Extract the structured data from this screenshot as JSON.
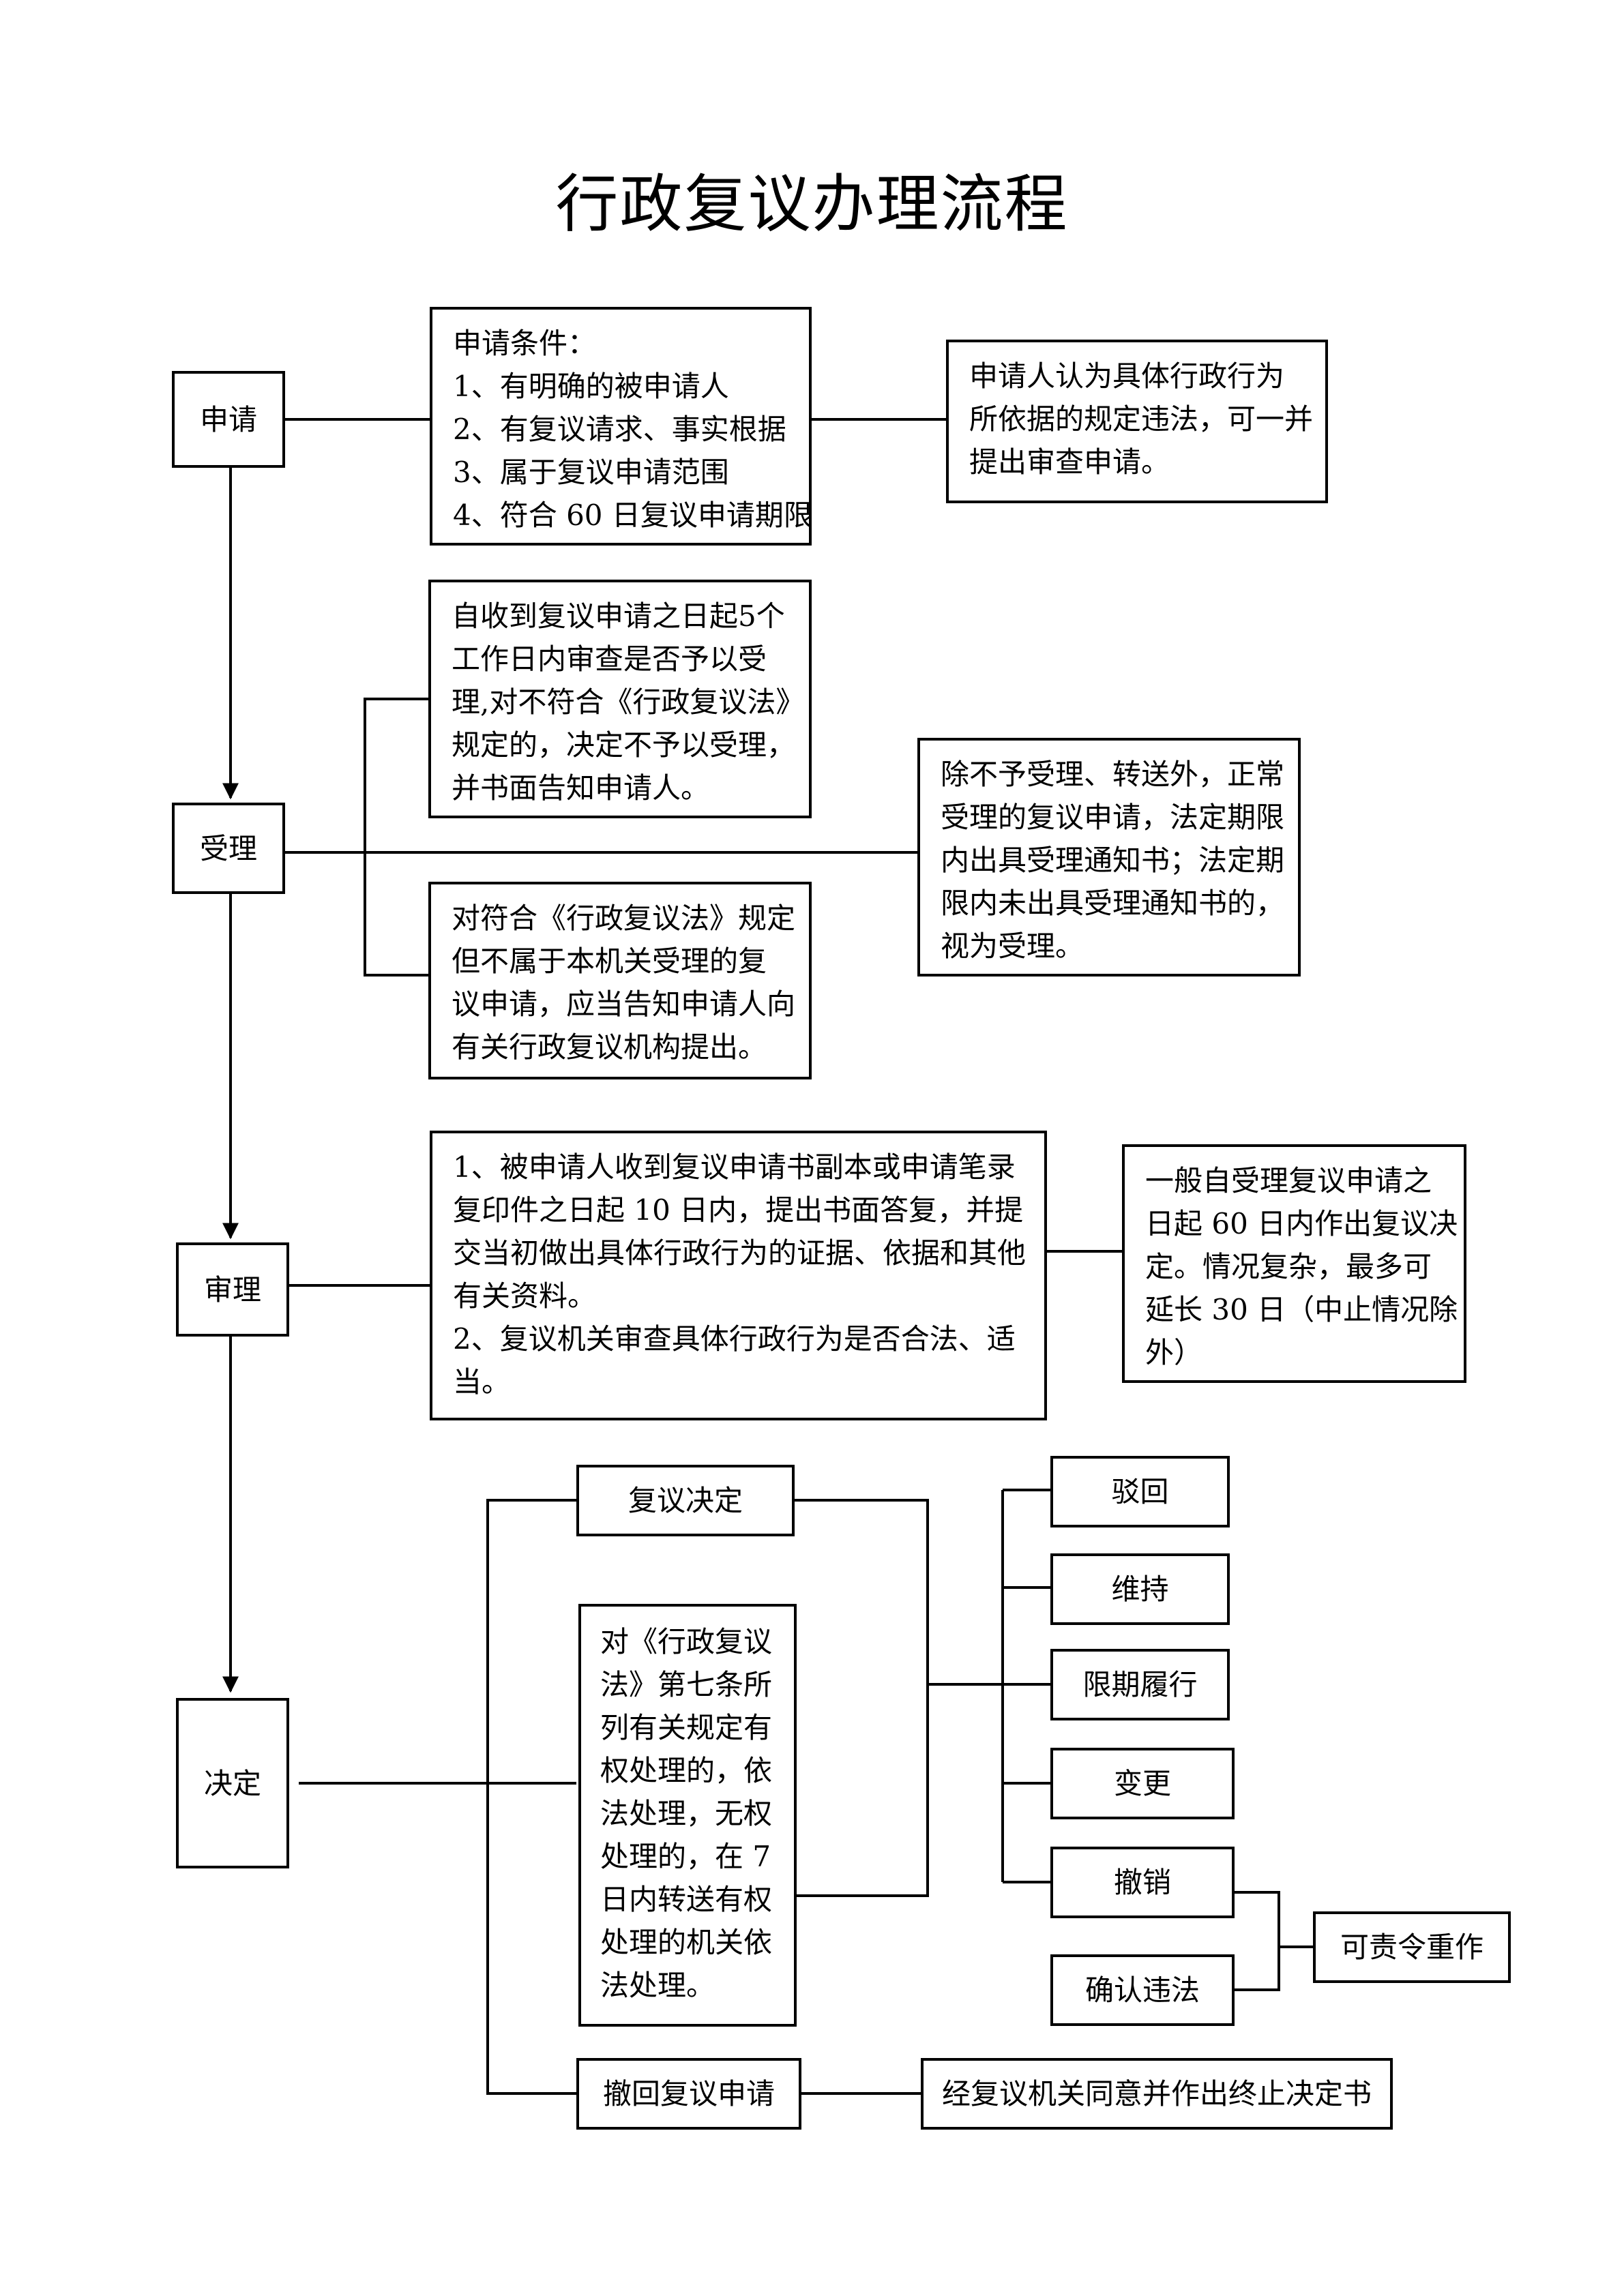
{
  "title": "行政复议办理流程",
  "stages": {
    "apply": "申请",
    "accept": "受理",
    "review": "审理",
    "decide": "决定"
  },
  "apply_conditions": [
    "申请条件：",
    "1、有明确的被申请人",
    "2、有复议请求、事实根据",
    "3、属于复议申请范围",
    "4、符合 60 日复议申请期限"
  ],
  "apply_note": [
    "申请人认为具体行政行为",
    "所依据的规定违法，可一并",
    "提出审查申请。"
  ],
  "accept_review": [
    "自收到复议申请之日起5个",
    "工作日内审查是否予以受",
    "理,对不符合《行政复议法》",
    "规定的，决定不予以受理，",
    "并书面告知申请人。"
  ],
  "accept_refer": [
    "对符合《行政复议法》规定",
    "但不属于本机关受理的复",
    "议申请，应当告知申请人向",
    "有关行政复议机构提出。"
  ],
  "accept_note": [
    "除不予受理、转送外，正常",
    "受理的复议申请，法定期限",
    "内出具受理通知书；法定期",
    "限内未出具受理通知书的，",
    "视为受理。"
  ],
  "review_main": [
    "1、被申请人收到复议申请书副本或申请笔录",
    "复印件之日起 10 日内，提出书面答复，并提",
    "交当初做出具体行政行为的证据、依据和其他",
    "有关资料。",
    "2、复议机关审查具体行政行为是否合法、适",
    "当。"
  ],
  "review_note": [
    "一般自受理复议申请之",
    "日起 60 日内作出复议决",
    "定。情况复杂，最多可",
    "延长 30 日（中止情况除",
    "外）"
  ],
  "decision": {
    "main": "复议决定",
    "article7": [
      "对《行政复议",
      "法》第七条所",
      "列有关规定有",
      "权处理的，依",
      "法处理，无权",
      "处理的，在 7",
      "日内转送有权",
      "处理的机关依",
      "法处理。"
    ],
    "withdraw": "撤回复议申请",
    "withdraw_result": "经复议机关同意并作出终止决定书",
    "outcomes": {
      "reject": "驳回",
      "uphold": "维持",
      "perform": "限期履行",
      "change": "变更",
      "revoke": "撤销",
      "confirm_illegal": "确认违法"
    },
    "redo": "可责令重作"
  }
}
